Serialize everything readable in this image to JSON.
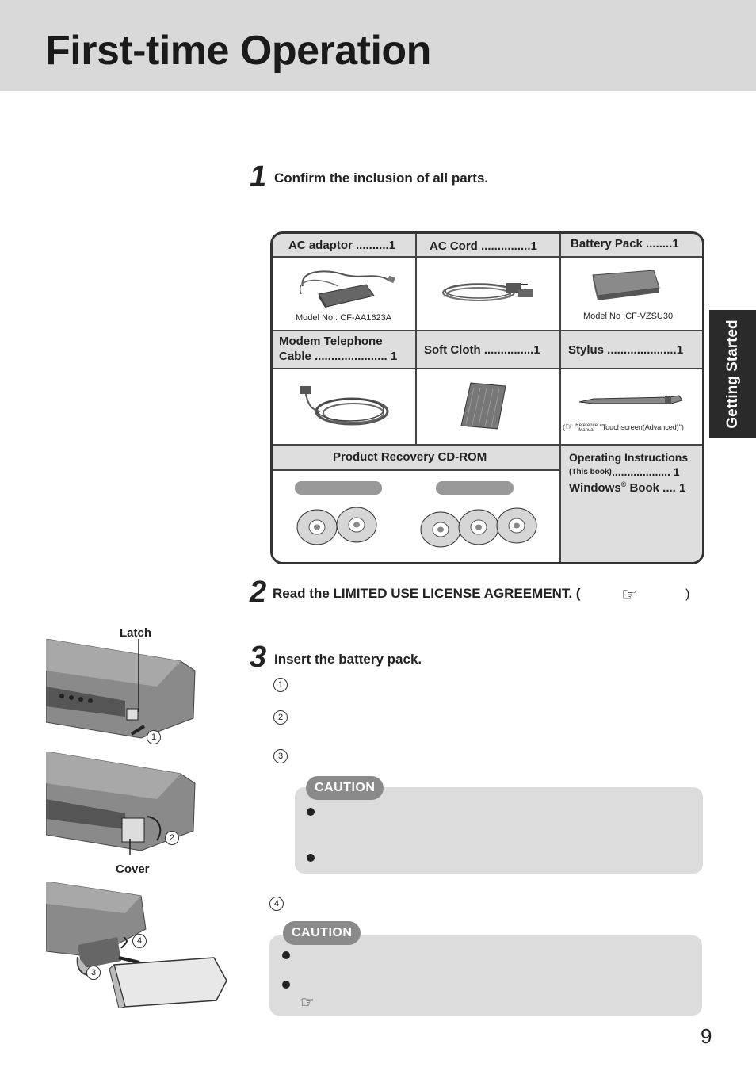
{
  "header": {
    "title": "First-time Operation"
  },
  "side_tab": {
    "label": "Getting Started"
  },
  "steps": [
    {
      "num": "1",
      "text": "Confirm the inclusion of all parts."
    },
    {
      "num": "2",
      "text": "Read the LIMITED USE LICENSE AGREEMENT. (",
      "close": ")"
    },
    {
      "num": "3",
      "text": "Insert the battery pack."
    }
  ],
  "parts": {
    "ac_adaptor": {
      "label": "AC adaptor ..........1",
      "model": "Model No : CF-AA1623A"
    },
    "ac_cord": {
      "label": "AC Cord ...............1"
    },
    "battery": {
      "label": "Battery Pack ........1",
      "model": "Model No :CF-VZSU30"
    },
    "modem": {
      "label1": "Modem Telephone",
      "label2": "Cable ...................... 1"
    },
    "cloth": {
      "label": "Soft Cloth ...............1"
    },
    "stylus": {
      "label": "Stylus .....................1",
      "ref_top": "Reference",
      "ref_bottom": "Manual",
      "ref_text": "\"Touchscreen(Advanced)\")"
    },
    "cdrom": {
      "label": "Product Recovery CD-ROM"
    },
    "instructions": {
      "label": "Operating Instructions",
      "sub": "(This book)",
      "sub_dots": "................... 1",
      "windows": "Windows",
      "reg": "®",
      "windows_rest": " Book .... 1"
    }
  },
  "illustration": {
    "latch": "Latch",
    "cover": "Cover"
  },
  "circled": [
    "1",
    "2",
    "3",
    "4"
  ],
  "caution": {
    "label": "CAUTION"
  },
  "page_number": "9",
  "colors": {
    "header_bg": "#d9d9d9",
    "tab_bg": "#2a2a2a",
    "caution_bg": "#dcdcdc",
    "caution_tag": "#8a8a8a"
  },
  "icons": [
    "hand-pointer-icon",
    "cd-disc-icon",
    "battery-icon",
    "laptop-icon"
  ]
}
